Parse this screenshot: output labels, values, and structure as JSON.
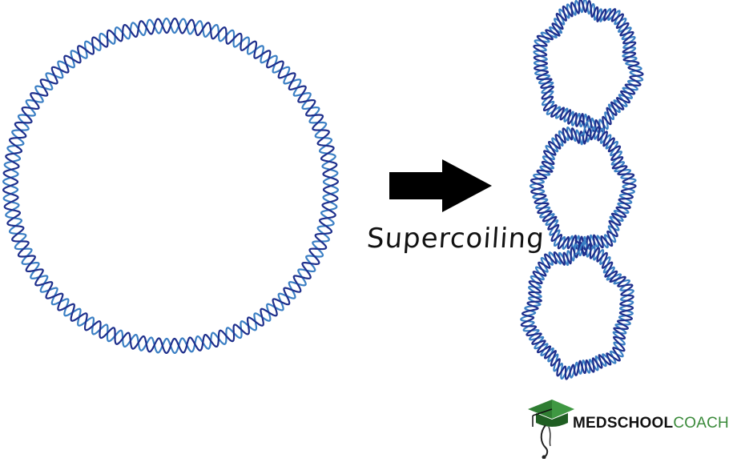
{
  "diagram": {
    "process_label": "Supercoiling",
    "strand_colors": {
      "dark": "#1e2f8c",
      "light": "#3b7fc4"
    },
    "arrow_color": "#000000",
    "left_structure": "relaxed circular DNA double helix",
    "right_structure": "supercoiled DNA double helix (three loops)"
  },
  "logo": {
    "word_bold": "MEDSCHOOL",
    "word_light": "COACH",
    "accent_color": "#3a8a3a",
    "icon": "graduation-cap-stethoscope-icon"
  }
}
